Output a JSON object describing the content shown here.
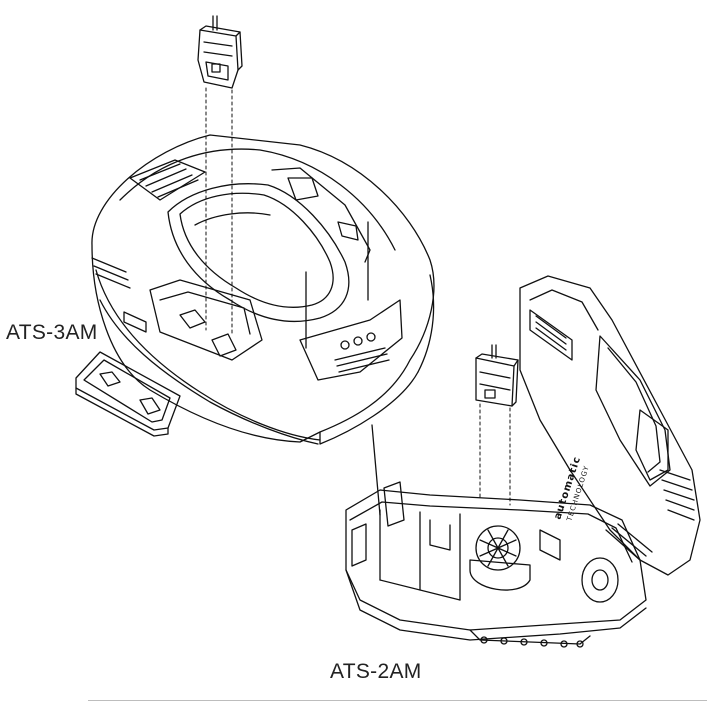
{
  "labels": {
    "ats_3am": "ATS-3AM",
    "ats_2am": "ATS-2AM"
  },
  "brand": {
    "line1": "automatic",
    "line2": "TECHNOLOGY"
  },
  "colors": {
    "line": "#111111",
    "background": "#ffffff",
    "rule": "#bdbdbd"
  }
}
